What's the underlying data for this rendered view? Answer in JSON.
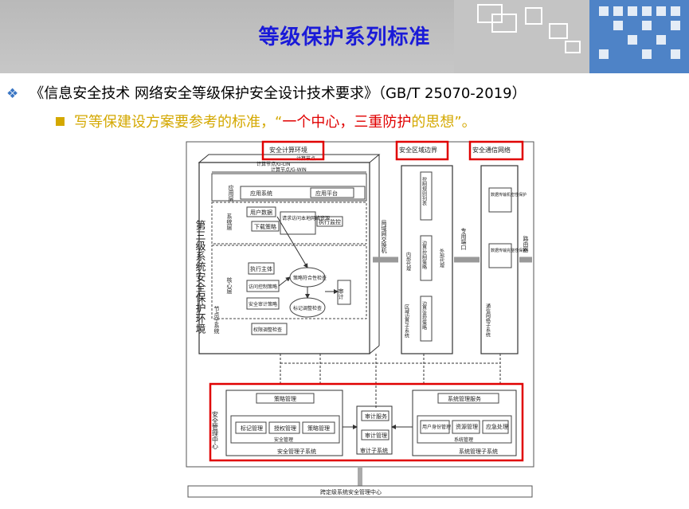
{
  "title": "等级保护系列标准",
  "bullet1": "《信息安全技术 网络安全等级保护安全设计技术要求》（GB/T 25070-2019）",
  "bullet2": {
    "prefix": "写等保建设方案要参考的标准，“",
    "highlight1": "一个中心，三重防护",
    "suffix": "的思想”。"
  },
  "diagram": {
    "env_top_left": "安全计算环境",
    "env_top_left_sub1": "计算节点",
    "env_top_left_sub2": "计算节点/G-LIN",
    "env_top_left_sub3": "计算节点/G-WIN",
    "region_boundary": "安全区域边界",
    "comm_network": "安全通信网络",
    "left_vertical": "第三级系统安全保护环境",
    "apps_layer": "应用层",
    "app_system": "应用系统",
    "app_platform": "应用平台",
    "system_layer": "系统层",
    "core_layer": "核心层",
    "node_subsystem": "节点子系统",
    "user_data": "用户数据",
    "download_policy": "下载策略",
    "request_policy": "请求访问本地网络资源",
    "exec_monitor": "执行监控",
    "exec_subject": "执行主体",
    "access_control": "访问控制策略",
    "guard_policy": "安全审计策略",
    "level_check": "策略符合性检查",
    "mark_check": "标记调整检查",
    "resource_check": "权限调整检查",
    "audit": "审计",
    "region_gateway": "局域网交换机",
    "internal_proxy": "内部代理",
    "external_proxy": "外部代理",
    "control_list": "控制规则列表",
    "boundary_policy": "边界控制策略",
    "boundary_subsystem": "区域边界子系统",
    "boundary_monitor": "边界监控策略",
    "private_port": "专用端口",
    "router": "路由器",
    "data_confidential": "数据传输机密性保护",
    "data_integrity": "数据传输完整性保护",
    "comm_subsystem": "通信网络子系统",
    "mgmt_center": "安全管理中心",
    "policy_mgmt": "策略管理",
    "mark_mgmt": "标记管理",
    "auth_mgmt": "授权管理",
    "policy_mgmt2": "策略管理",
    "security_mgmt": "安全管理",
    "sec_mgmt_subsystem": "安全管理子系统",
    "audit_service": "审计服务",
    "audit_mgmt": "审计管理",
    "audit_subsystem": "审计子系统",
    "sys_mgmt_service": "系统管理服务",
    "user_identity": "用户身份管理",
    "resource_mgmt": "资源管理",
    "emergency": "应急处理",
    "sys_mgmt": "系统管理",
    "sys_mgmt_subsystem": "系统管理子系统",
    "cross_domain": "跨定级系统安全管理中心"
  },
  "colors": {
    "title": "#1a1ad8",
    "highlight": "#e00000",
    "gold": "#d4a800",
    "frame": "#e00000"
  }
}
